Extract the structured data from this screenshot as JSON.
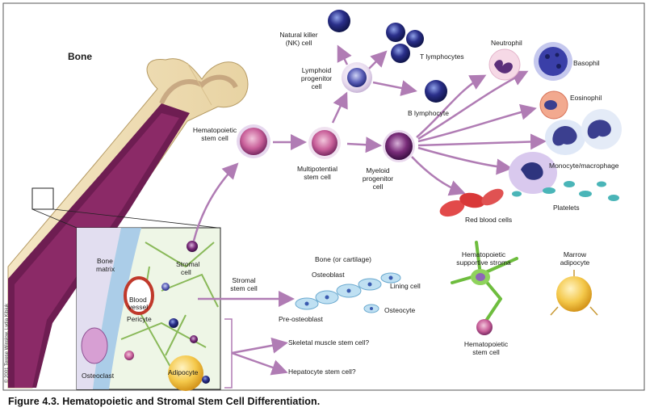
{
  "caption": "Figure 4.3. Hematopoietic and Stromal Stem Cell Differentiation.",
  "credit": "© 2001 Terese Winslow, Lydia Kibiuk",
  "labels": {
    "bone": "Bone",
    "hsc": [
      "Hematopoietic",
      "stem cell"
    ],
    "multipotent": [
      "Multipotential",
      "stem cell"
    ],
    "lymphoid": [
      "Lymphoid",
      "progenitor",
      "cell"
    ],
    "myeloid": [
      "Myeloid",
      "progenitor",
      "cell"
    ],
    "nk": [
      "Natural killer",
      "(NK) cell"
    ],
    "t_lymph": "T lymphocytes",
    "b_lymph": "B lymphocyte",
    "neutrophil": "Neutrophil",
    "basophil": "Basophil",
    "eosinophil": "Eosinophil",
    "monocyte": "Monocyte/macrophage",
    "platelets": "Platelets",
    "rbc": "Red blood cells",
    "bone_matrix": [
      "Bone",
      "matrix"
    ],
    "stromal_cell": [
      "Stromal",
      "cell"
    ],
    "blood_vessel": [
      "Blood",
      "vessel"
    ],
    "pericyte": "Pericyte",
    "osteoclast": "Osteoclast",
    "adipocyte": "Adipocyte",
    "stromal_stem": [
      "Stromal",
      "stem cell"
    ],
    "bone_cartilage": "Bone (or cartilage)",
    "osteoblast": "Osteoblast",
    "lining_cell": "Lining cell",
    "osteocyte": "Osteocyte",
    "pre_osteoblast": "Pre-osteoblast",
    "supportive_stroma": [
      "Hematopoietic",
      "supportive stroma"
    ],
    "marrow_adipocyte": [
      "Marrow",
      "adipocyte"
    ],
    "hsc_small": [
      "Hematopoietic",
      "stem cell"
    ],
    "skeletal": "Skeletal muscle stem cell?",
    "hepatocyte": "Hepatocyte stem cell?"
  }
}
